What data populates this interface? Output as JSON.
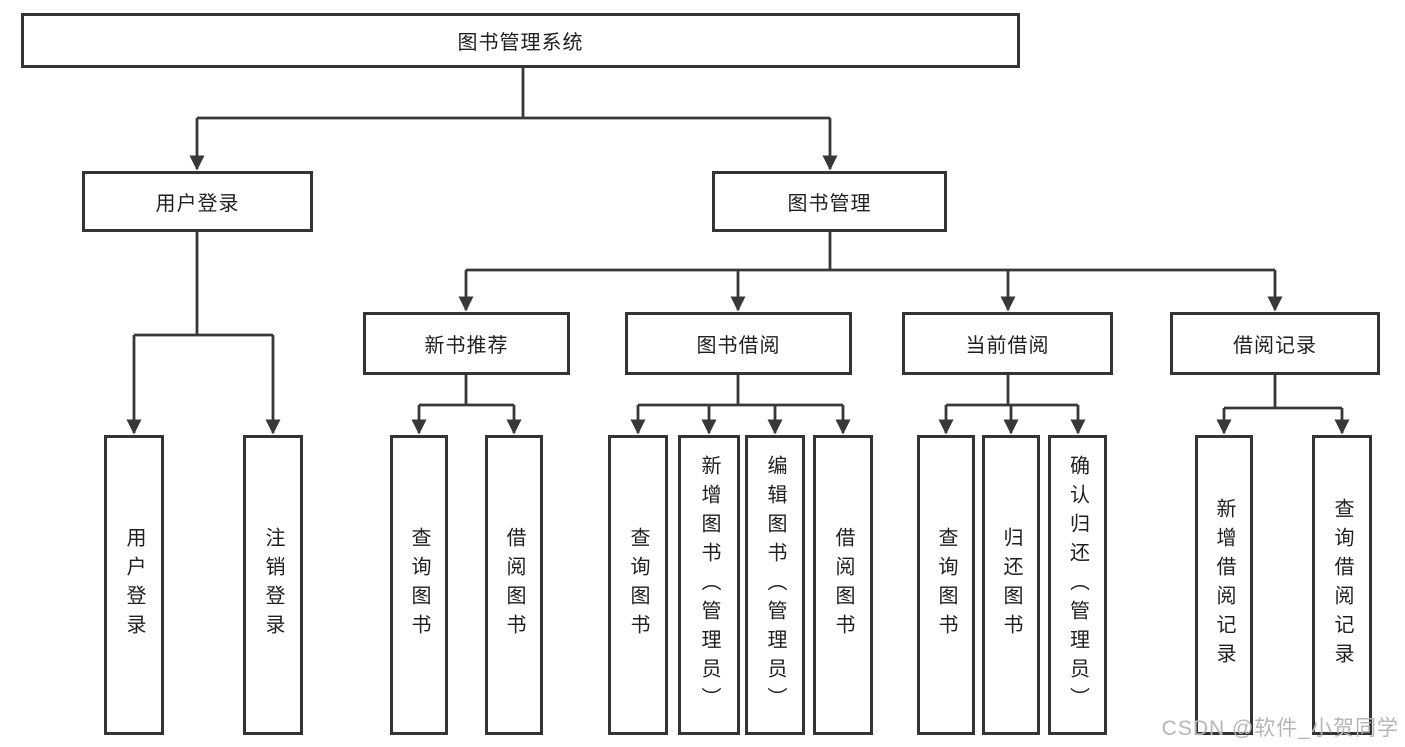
{
  "nodes": {
    "root": "图书管理系统",
    "user_login": "用户登录",
    "book_mgmt": "图书管理",
    "new_book_rec": "新书推荐",
    "book_borrow": "图书借阅",
    "current_borrow": "当前借阅",
    "borrow_record": "借阅记录",
    "leaves": {
      "user_login": "用户登录",
      "logout": "注销登录",
      "query_book_a": "查询图书",
      "borrow_book_a": "借阅图书",
      "query_book_b": "查询图书",
      "add_book_admin": "新增图书（管理员）",
      "edit_book_admin": "编辑图书（管理员）",
      "borrow_book_b": "借阅图书",
      "query_book_c": "查询图书",
      "return_book": "归还图书",
      "confirm_return_admin": "确认归还（管理员）",
      "add_borrow_record": "新增借阅记录",
      "query_borrow_record": "查询借阅记录"
    }
  },
  "watermark": {
    "text": "CSDN @软件_小贺同学"
  },
  "colors": {
    "line": "#383838",
    "box_border": "#343434",
    "text": "#1f1f1f",
    "watermark": "#b3b6ba",
    "background": "#ffffff"
  }
}
